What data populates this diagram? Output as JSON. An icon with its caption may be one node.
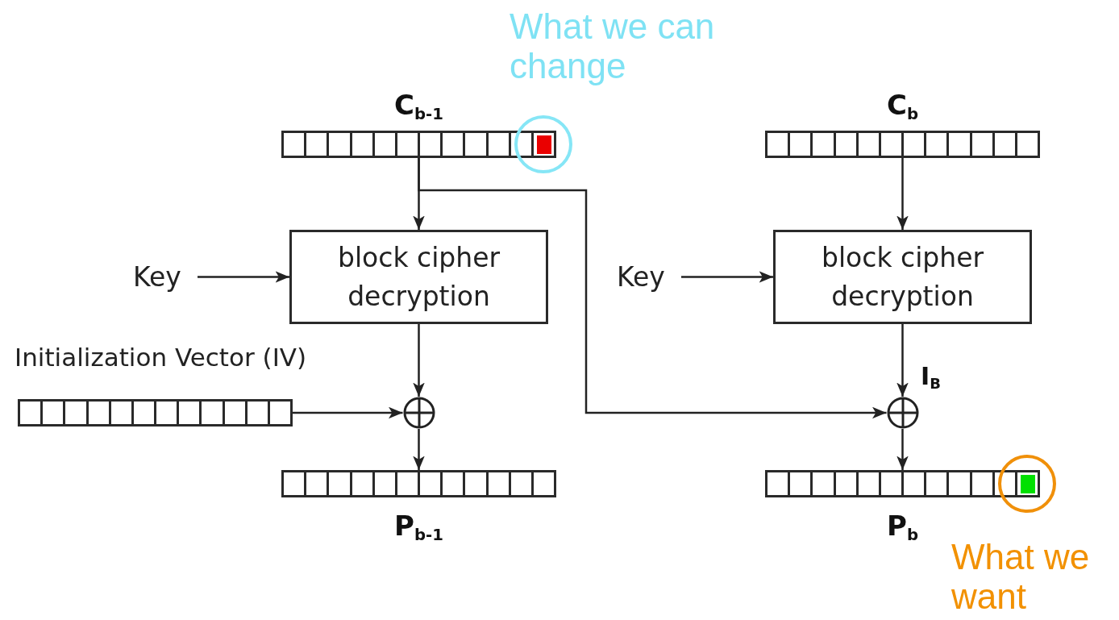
{
  "diagram": {
    "nodes": [
      {
        "text": [
          "C$_{b-1}$"
        ]
      },
      {
        "text": [
          "C$_{b}$"
        ]
      },
      {
        "text": [
          "Key"
        ]
      },
      {
        "text": [
          "block cipher decryption"
        ]
      },
      {
        "text": [
          "Key"
        ]
      },
      {
        "text": [
          "block cipher decryption"
        ]
      },
      {
        "text": [
          "Initialization Vector (IV)"
        ]
      },
      {
        "text": [],
        "shape": "circle"
      },
      {
        "text": [],
        "shape": "circle"
      },
      {
        "text": [
          "P$_{b-1}$"
        ]
      },
      {
        "text": [
          "P$_{b}$"
        ]
      }
    ],
    "edges": [
      {
        "from": 0,
        "to": 3,
        "arrow": "to"
      },
      {
        "from": 1,
        "to": 5,
        "arrow": "to"
      },
      {
        "from": 2,
        "to": 3,
        "arrow": "to"
      },
      {
        "from": 4,
        "to": 5,
        "arrow": "to"
      },
      {
        "from": 3,
        "to": 7,
        "arrow": "to"
      },
      {
        "from": 6,
        "to": 7,
        "arrow": "to"
      },
      {
        "from": 7,
        "to": 9,
        "arrow": "to"
      },
      {
        "from": 5,
        "to": 8,
        "label": "I$_{B}$",
        "arrow": "to"
      },
      {
        "from": 0,
        "to": 8,
        "arrow": "to"
      },
      {
        "from": 8,
        "to": 10,
        "arrow": "to"
      }
    ],
    "labels": [
      "What we can change",
      "What we want"
    ]
  }
}
